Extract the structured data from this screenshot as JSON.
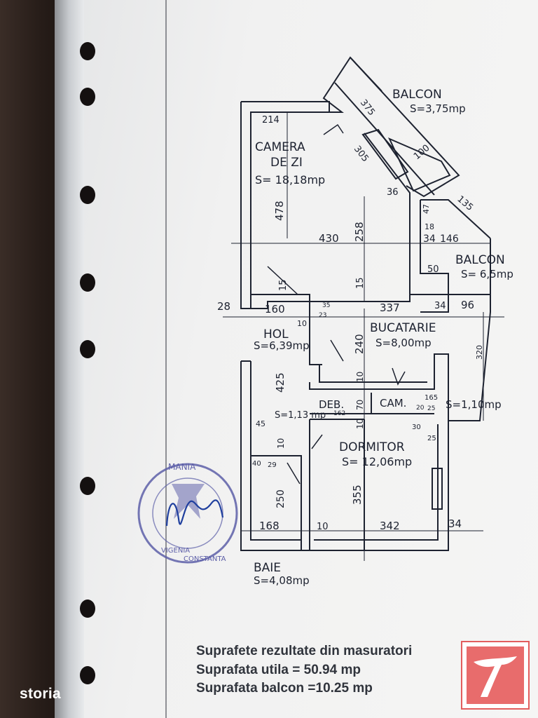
{
  "rooms": {
    "balcon_top": {
      "name": "BALCON",
      "area": "S=3,75mp"
    },
    "camera": {
      "name1": "CAMERA",
      "name2": "DE ZI",
      "area": "S= 18,18mp"
    },
    "balcon_right": {
      "name": "BALCON",
      "area": "S= 6,5mp"
    },
    "hol": {
      "name": "HOL",
      "area": "S=6,39mp"
    },
    "bucatarie": {
      "name": "BUCATARIE",
      "area": "S=8,00mp"
    },
    "deb": {
      "name": "DEB.",
      "area": "S=1,13 mp"
    },
    "cam": {
      "name": "CAM.",
      "area": "S=1,10mp"
    },
    "dormitor": {
      "name": "DORMITOR",
      "area": "S= 12,06mp"
    },
    "baie": {
      "name": "BAIE",
      "area": "S=4,08mp"
    }
  },
  "dimensions": {
    "d214": "214",
    "d375": "375",
    "d305": "305",
    "d100": "100",
    "d36": "36",
    "d135": "135",
    "d47": "47",
    "d18": "18",
    "d478": "478",
    "d258": "258",
    "d430": "430",
    "d34a": "34",
    "d146": "146",
    "d50": "50",
    "d15a": "15",
    "d15b": "15",
    "d28": "28",
    "d160": "160",
    "d10a": "10",
    "d35": "35",
    "d23": "23",
    "d337": "337",
    "d34b": "34",
    "d96": "96",
    "d240": "240",
    "d320": "320",
    "d425": "425",
    "d10b": "10",
    "d162": "162",
    "d70": "70",
    "d165": "165",
    "d20": "20",
    "d25a": "25",
    "d45": "45",
    "d10c": "10",
    "d30": "30",
    "d25b": "25",
    "d10d": "10",
    "d40": "40",
    "d29": "29",
    "d250": "250",
    "d355": "355",
    "d168": "168",
    "d10e": "10",
    "d342": "342",
    "d34c": "34"
  },
  "stamp": {
    "top": "MANIA",
    "bottom1": "VIGENIA",
    "bottom2": "CONSTANTA"
  },
  "summary": {
    "line1": "Suprafete rezultate din masuratori",
    "line2": "Suprafata  utila =  50.94 mp",
    "line3": "Suprafata balcon =10.25 mp"
  },
  "watermark": {
    "text": "storia"
  },
  "colors": {
    "ink": "#1d2230",
    "stamp": "#5d5fa8",
    "brand": "#e25d5d"
  }
}
